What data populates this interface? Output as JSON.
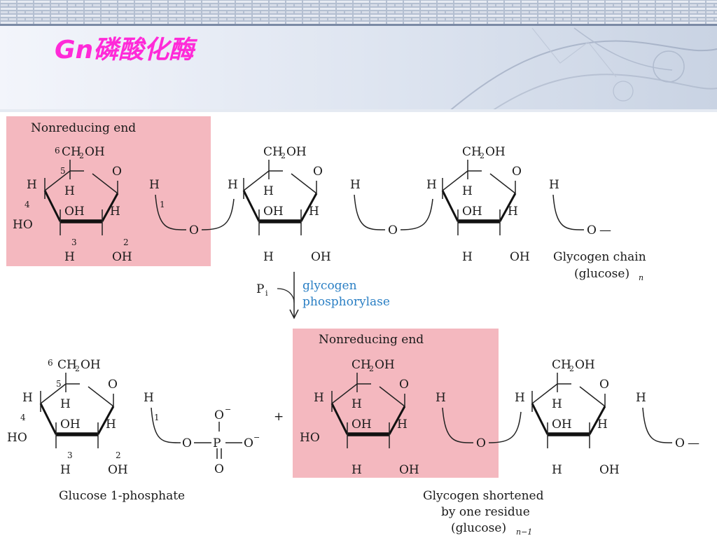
{
  "title": "Gn磷酸化酶",
  "colors": {
    "title": "#ff2ad8",
    "highlight": "#f4b8bf",
    "enzyme_text": "#2a7fc4",
    "banner_light": "#eef2fa",
    "banner_dark": "#5d7090"
  },
  "labels": {
    "nonreducing_top": "Nonreducing end",
    "nonreducing_bottom": "Nonreducing end",
    "glycogen_chain": "Glycogen chain",
    "glucose_n_main": "(glucose)",
    "glucose_n_sub": "n",
    "pi_main": "P",
    "pi_sub": "i",
    "enzyme_line1": "glycogen",
    "enzyme_line2": "phosphorylase",
    "plus": "+",
    "glucose_1_phosphate": "Glucose 1-phosphate",
    "shortened_line1": "Glycogen shortened",
    "shortened_line2": "by one residue",
    "glucose_n1_main": "(glucose)",
    "glucose_n1_sub": "n−1"
  },
  "atoms": {
    "h": "H",
    "o": "O",
    "oh": "OH",
    "ho": "HO",
    "p": "P",
    "o_minus": "O",
    "minus": "−",
    "ch2oh_c": "CH",
    "ch2oh_2": "2",
    "ch2oh_oh": "OH",
    "link_dash": "—"
  },
  "carbon_numbers": [
    "6",
    "5",
    "4",
    "3",
    "2",
    "1"
  ]
}
